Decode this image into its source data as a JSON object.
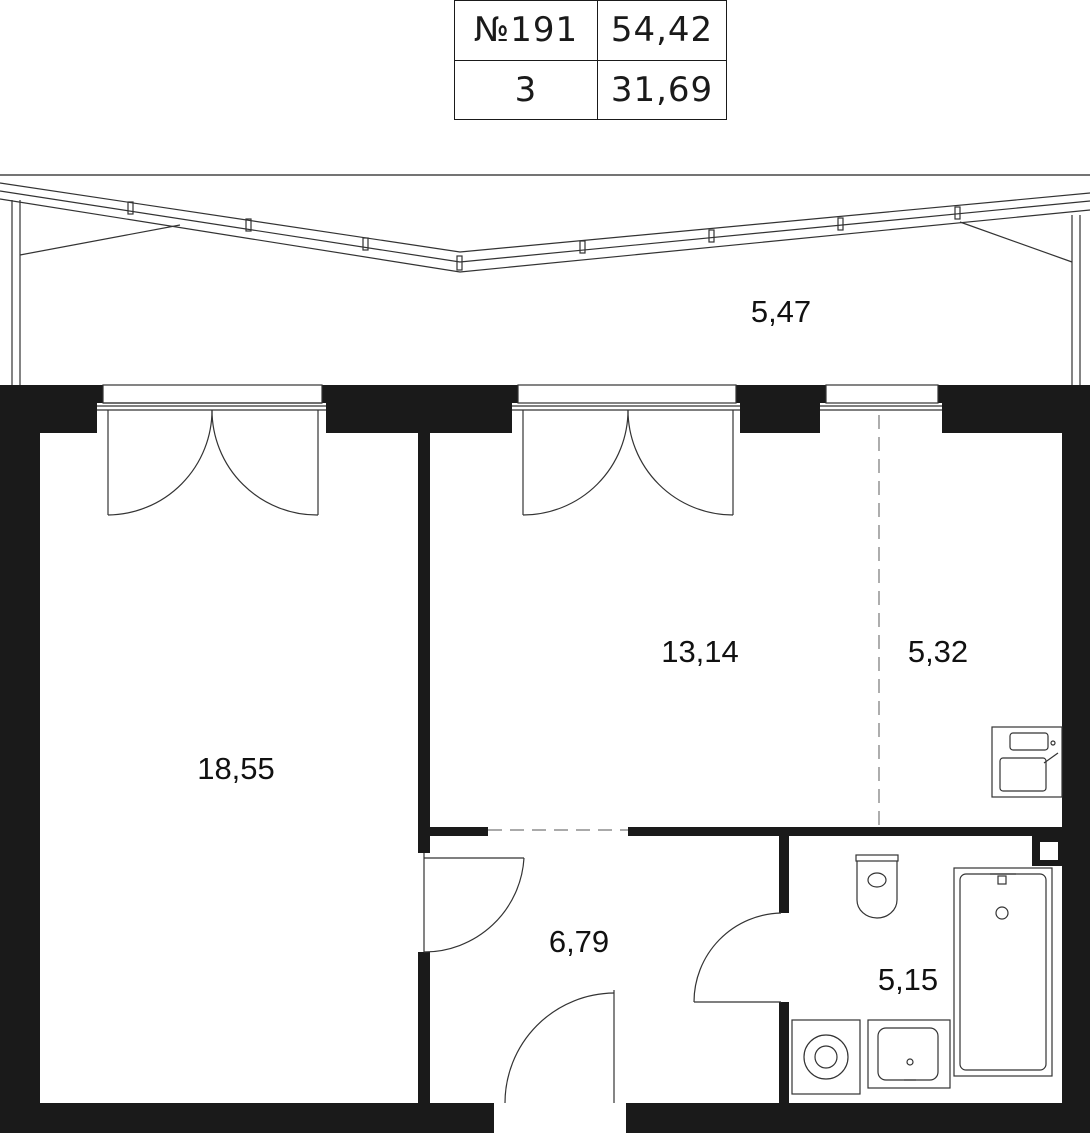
{
  "header": {
    "apartment_number": "№191",
    "total_area": "54,42",
    "rooms": "3",
    "living_area": "31,69"
  },
  "rooms": {
    "balcony": "5,47",
    "bedroom": "18,55",
    "living": "13,14",
    "kitchen": "5,32",
    "hallway": "6,79",
    "bathroom": "5,15"
  },
  "colors": {
    "wall": "#1a1a1a",
    "line": "#333333",
    "background": "#ffffff"
  }
}
